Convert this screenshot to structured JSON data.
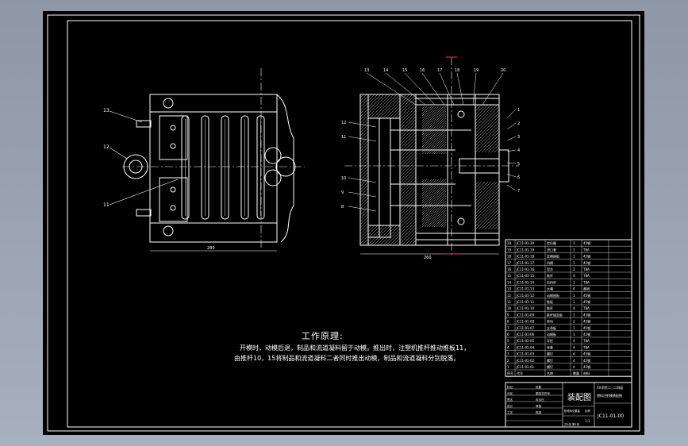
{
  "drawing": {
    "title": "装配图",
    "drawing_no": "JC11-01-00",
    "scale": "1:1",
    "colors": {
      "background": "#000000",
      "frame": "#ffffff",
      "line": "#ffffff",
      "cut": "#ff3333",
      "leader": "#ffffff"
    }
  },
  "notes": {
    "title": "工作原理:",
    "line1": "开模时，动模后退，制品和流道凝料留于动模。推出时，注塑机推杆推动推板11，",
    "line2": "由推杆10，15将制品和流道凝料二者同时推出动模，制品和流道凝料分别脱落。"
  },
  "left_view": {
    "labels": [
      "13",
      "12",
      "11"
    ],
    "dimension": "280"
  },
  "right_view": {
    "top_labels": [
      "13",
      "14",
      "15",
      "16",
      "17",
      "18",
      "19",
      "20"
    ],
    "right_labels": [
      "1",
      "2",
      "3",
      "4",
      "5",
      "6",
      "7"
    ],
    "left_labels": [
      "12",
      "11",
      "10",
      "9",
      "8"
    ],
    "dimension": "260"
  },
  "bom_rows": [
    [
      "20",
      "JC11-01-20",
      "定位圈",
      "1",
      "45钢"
    ],
    [
      "19",
      "JC11-01-19",
      "浇口套",
      "1",
      "T8A"
    ],
    [
      "18",
      "JC11-01-18",
      "定模座板",
      "1",
      "45钢"
    ],
    [
      "17",
      "JC11-01-17",
      "凹模",
      "1",
      "45钢"
    ],
    [
      "16",
      "JC11-01-16",
      "型芯",
      "2",
      "T8A"
    ],
    [
      "15",
      "JC11-01-15",
      "推杆",
      "4",
      "T8A"
    ],
    [
      "14",
      "JC11-01-14",
      "拉料杆",
      "1",
      "T8A"
    ],
    [
      "13",
      "JC11-01-13",
      "水嘴",
      "4",
      "黄铜"
    ],
    [
      "12",
      "JC11-01-12",
      "动模座板",
      "1",
      "45钢"
    ],
    [
      "11",
      "JC11-01-11",
      "推板",
      "1",
      "45钢"
    ],
    [
      "10",
      "JC11-01-10",
      "推杆",
      "4",
      "T8A"
    ],
    [
      "9",
      "JC11-01-09",
      "推杆固定板",
      "1",
      "45钢"
    ],
    [
      "8",
      "JC11-01-08",
      "垫块",
      "2",
      "45钢"
    ],
    [
      "7",
      "JC11-01-07",
      "支承板",
      "1",
      "45钢"
    ],
    [
      "6",
      "JC11-01-06",
      "动模板",
      "1",
      "45钢"
    ],
    [
      "5",
      "JC11-01-05",
      "导柱",
      "4",
      "T8A"
    ],
    [
      "4",
      "JC11-01-04",
      "导套",
      "4",
      "T8A"
    ],
    [
      "3",
      "JC11-01-03",
      "螺钉",
      "4",
      "45钢"
    ],
    [
      "2",
      "JC11-01-02",
      "螺钉",
      "4",
      "45钢"
    ],
    [
      "1",
      "JC11-01-01",
      "螺钉",
      "4",
      "45钢"
    ]
  ],
  "bom_header": [
    "序号",
    "代号",
    "名称",
    "数量",
    "材料"
  ],
  "title_block": {
    "school": "XX学院二○二四届",
    "cells": [
      "标记",
      "处数",
      "分区",
      "更改文件号",
      "签名",
      "年月日",
      "设计",
      "审核",
      "工艺",
      "批准"
    ],
    "product": "塑料注射模装配图",
    "stage_labels": [
      "阶段标记",
      "重量",
      "比例"
    ],
    "sheet_info": "共1张 第1张"
  }
}
